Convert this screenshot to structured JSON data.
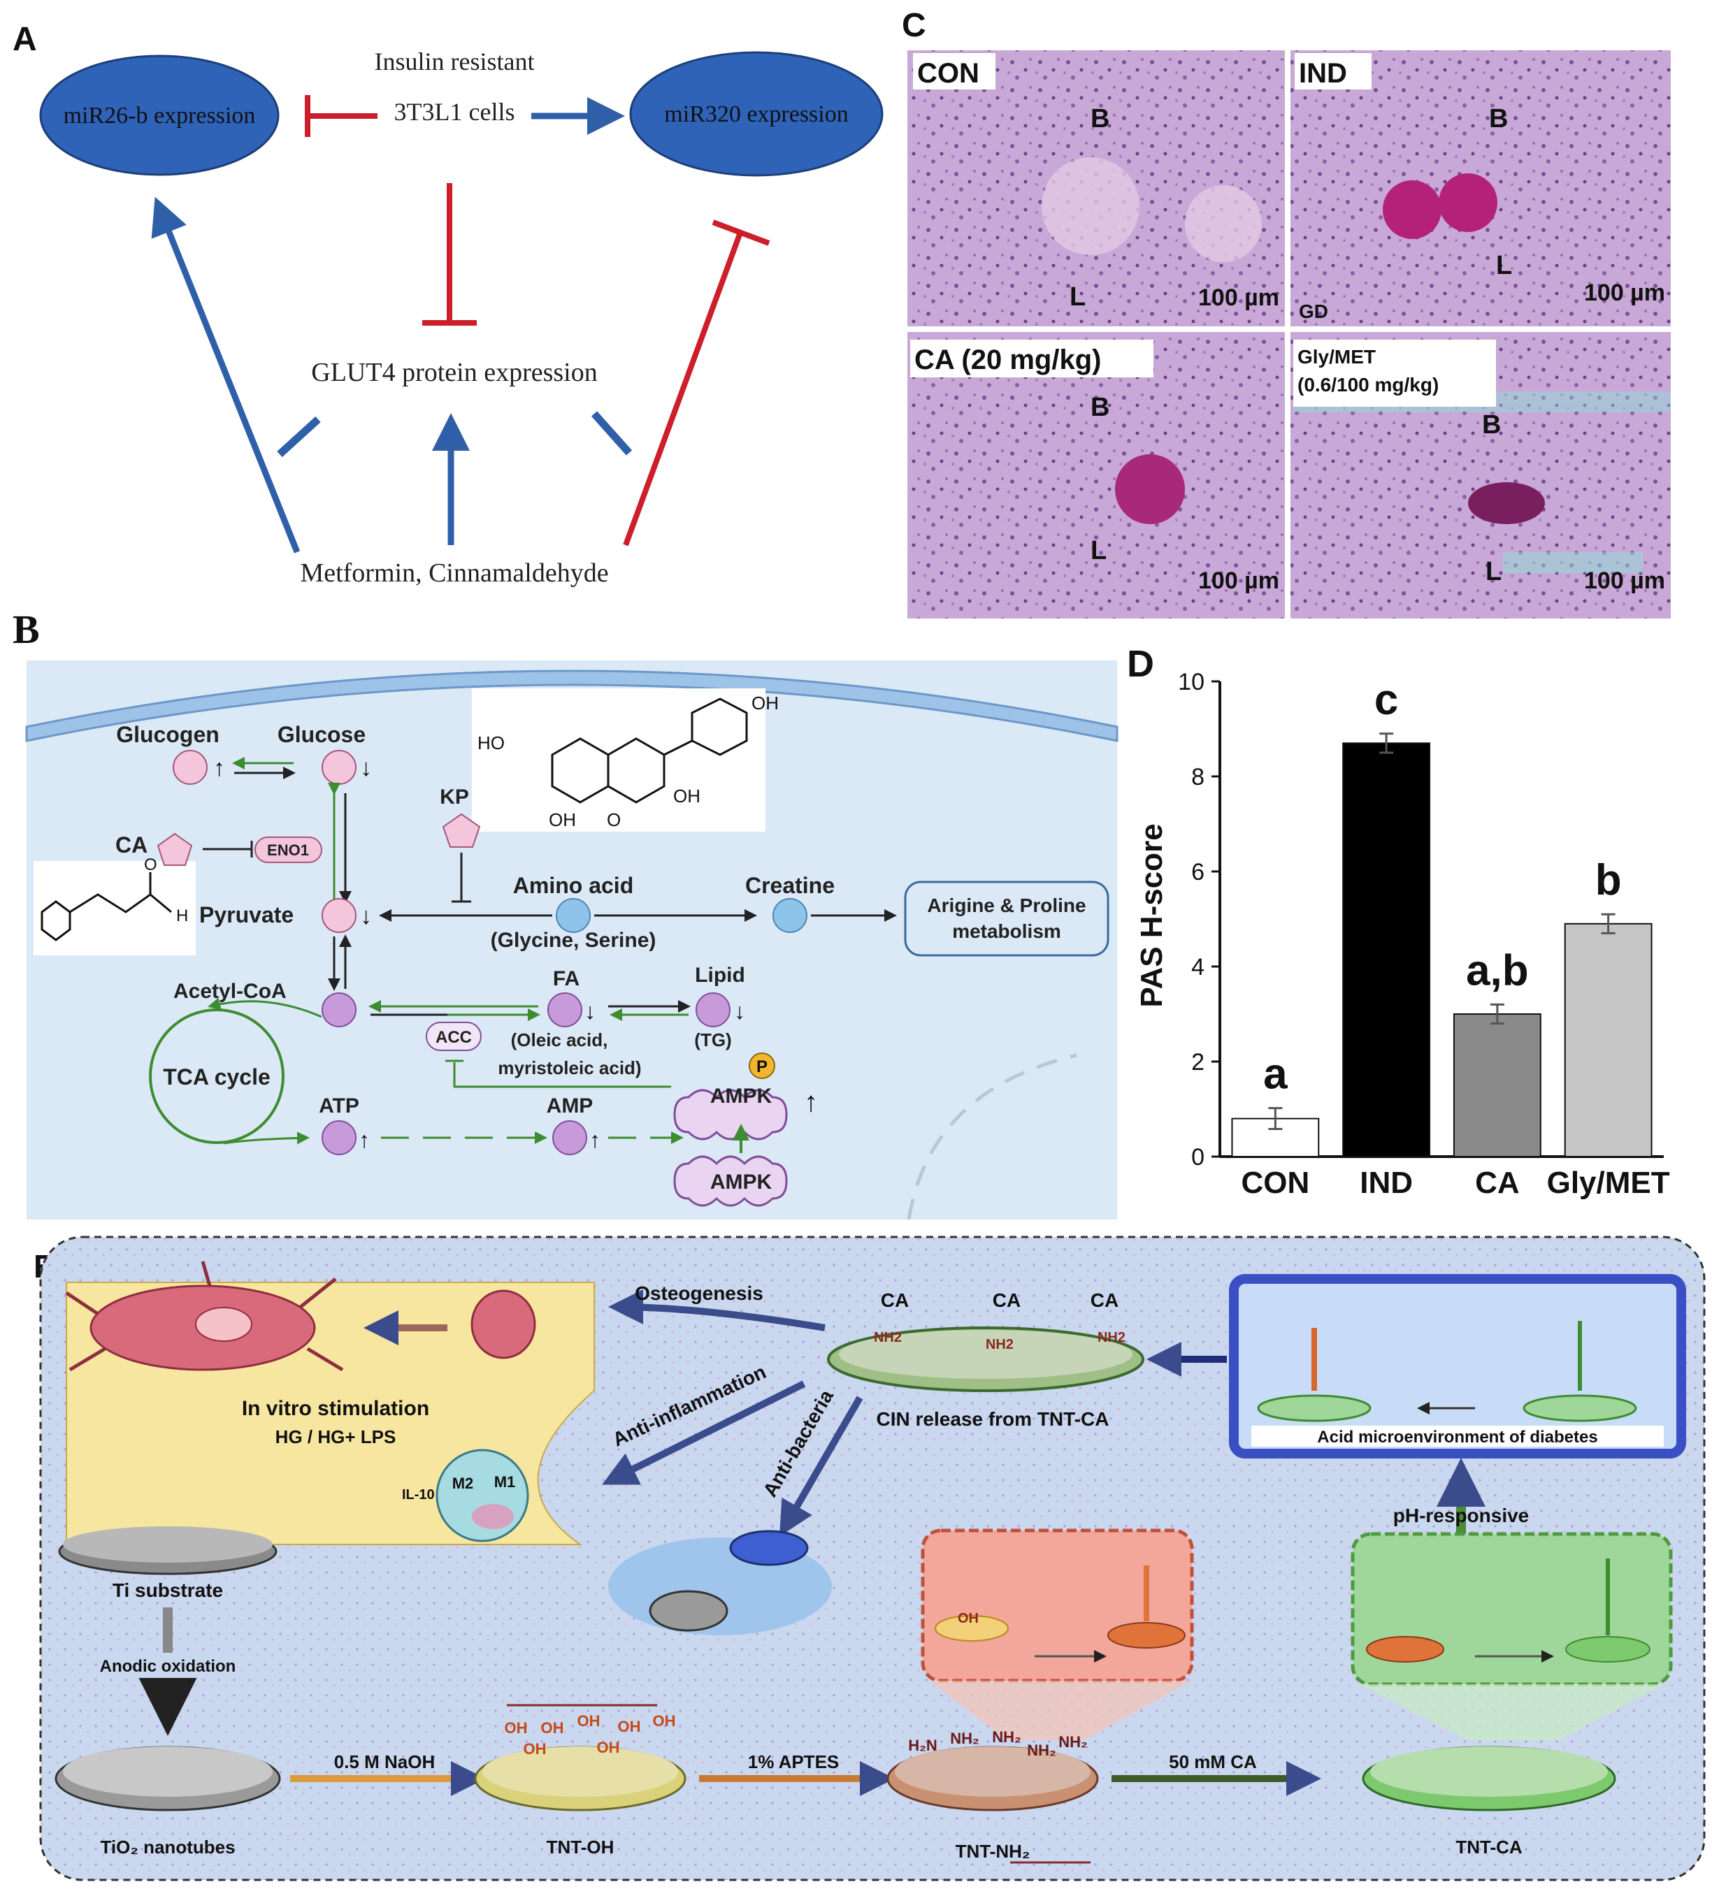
{
  "panel_labels": {
    "a": "A",
    "b": "B",
    "c": "C",
    "d": "D",
    "e": "E"
  },
  "panel_a": {
    "center_top": "Insulin resistant",
    "center_cells": "3T3L1 cells",
    "left_node": "miR26-b expression",
    "right_node": "miR320 expression",
    "middle_node": "GLUT4 protein expression",
    "bottom_node": "Metformin, Cinnamaldehyde",
    "colors": {
      "activate": "#2f5fa8",
      "inhibit": "#cc1f2b",
      "node": "#2e63b8"
    }
  },
  "panel_b": {
    "glucogen": "Glucogen",
    "glucose": "Glucose",
    "kp": "KP",
    "oh1": "OH",
    "oh2": "HO",
    "oh3": "OH",
    "oh4": "OH",
    "o_keto": "O",
    "ca": "CA",
    "eno1": "ENO1",
    "aldehyde_o": "O",
    "aldehyde_h": "H",
    "pyruvate": "Pyruvate",
    "amino_acid": "Amino acid",
    "amino_sub": "(Glycine, Serine)",
    "creatine": "Creatine",
    "arginine_line1": "Arigine & Proline",
    "arginine_line2": "metabolism",
    "acetyl": "Acetyl-CoA",
    "fa": "FA",
    "lipid": "Lipid",
    "acc": "ACC",
    "fa_sub1": "(Oleic acid,",
    "fa_sub2": "myristoleic acid)",
    "tg": "(TG)",
    "tca": "TCA cycle",
    "atp": "ATP",
    "amp": "AMP",
    "p": "P",
    "ampk_top": "AMPK",
    "ampk_bottom": "AMPK",
    "colors": {
      "bg": "#dbe9f6",
      "pink": "#f4c6dc",
      "purple": "#c79ad9",
      "blue": "#8ec3ea",
      "green": "#3c8d2f"
    }
  },
  "panel_c": {
    "tiles": [
      {
        "label": "CON",
        "b": "B",
        "l": "L",
        "scale": "100 µm"
      },
      {
        "label": "IND",
        "b": "B",
        "l": "L",
        "gd": "GD",
        "scale": "100 µm"
      },
      {
        "label": "CA (20 mg/kg)",
        "b": "B",
        "l": "L",
        "scale": "100 µm"
      },
      {
        "label": "Gly/MET",
        "label2": "(0.6/100 mg/kg)",
        "b": "B",
        "l": "L",
        "scale": "100 µm"
      }
    ]
  },
  "chart_data": {
    "type": "bar",
    "categories": [
      "CON",
      "IND",
      "CA",
      "Gly/MET"
    ],
    "values": [
      0.8,
      8.7,
      3.0,
      4.9
    ],
    "errors": [
      0.22,
      0.2,
      0.2,
      0.2
    ],
    "letters": [
      "a",
      "c",
      "a,b",
      "b"
    ],
    "fills": [
      "#ffffff",
      "#000000",
      "#8a8a8a",
      "#c6c6c6"
    ],
    "ylabel": "PAS H-score",
    "ylim": [
      0,
      10
    ],
    "yticks": [
      0,
      2,
      4,
      6,
      8,
      10
    ]
  },
  "panel_e": {
    "osteogenesis": "Osteogenesis",
    "in_vitro": "In vitro stimulation",
    "hg": "HG / HG+ LPS",
    "m2": "M2",
    "m1": "M1",
    "il10": "IL-10",
    "anti_inflammation": "Anti-inflammation",
    "anti_bacteria": "Anti-bacteria",
    "cin_release": "CIN release from TNT-CA",
    "ca1": "CA",
    "ca2": "CA",
    "ca3": "CA",
    "nh2_a": "NH2",
    "nh2_b": "NH2",
    "nh2_c": "NH2",
    "acid": "Acid microenvironment of diabetes",
    "ph": "pH-responsive",
    "ti": "Ti substrate",
    "anodic": "Anodic oxidation",
    "tio2": "TiO₂ nanotubes",
    "naoh": "0.5 M NaOH",
    "tnt_oh": "TNT-OH",
    "aptes": "1% APTES",
    "tnt_nh2": "TNT-NH₂",
    "ca_conc": "50 mM CA",
    "tnt_ca": "TNT-CA",
    "oh_small": "OH",
    "oh_labels": [
      "OH",
      "OH",
      "OH",
      "OH",
      "OH",
      "OH",
      "OH"
    ],
    "nh_labels": [
      "H₂N",
      "NH₂",
      "NH₂",
      "NH₂",
      "NH₂"
    ],
    "colors": {
      "bg": "#c9d7ef",
      "yellow": "#f7e6a0",
      "acidbox": "#3a4fc4",
      "orange": "#f2a79a",
      "green": "#9fd69a"
    }
  }
}
